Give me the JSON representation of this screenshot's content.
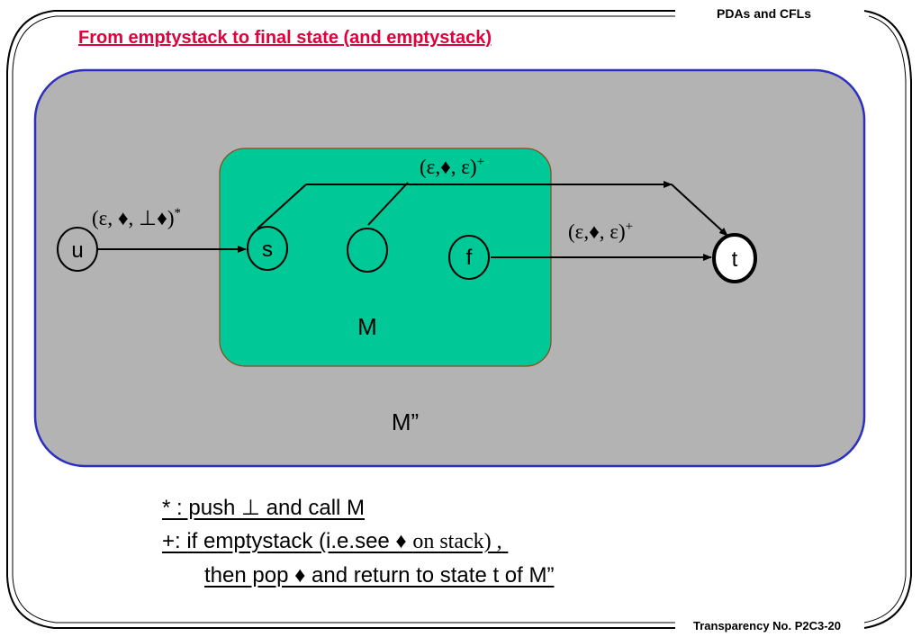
{
  "header": {
    "title": "PDAs and CFLs"
  },
  "footer": {
    "text": "Transparency No. P2C3-20"
  },
  "slide": {
    "title": "From emptystack to final state (and emptystack)"
  },
  "diagram": {
    "outer_label": "M”",
    "inner_label": "M",
    "states": {
      "u": "u",
      "s": "s",
      "f": "f",
      "t": "t"
    },
    "edges": {
      "u_to_s": "(ε,  ♦, ⊥♦)",
      "u_to_s_sup": "*",
      "top_to_t": "(ε,♦, ε)",
      "top_to_t_sup": "+",
      "f_to_t": "(ε,♦, ε)",
      "f_to_t_sup": "+"
    },
    "colors": {
      "outer_fill": "#b3b3b3",
      "outer_border": "#2c2fc0",
      "inner_fill": "#00c896",
      "inner_border": "#8b4a1a"
    }
  },
  "notes": {
    "line1": "* : push ⊥ and call M",
    "line2_a": "+: if  emptystack (i.e.see ♦ ",
    "line2_b": "on stack) ,",
    "line3": "then pop ♦ and return to state t of M”"
  }
}
